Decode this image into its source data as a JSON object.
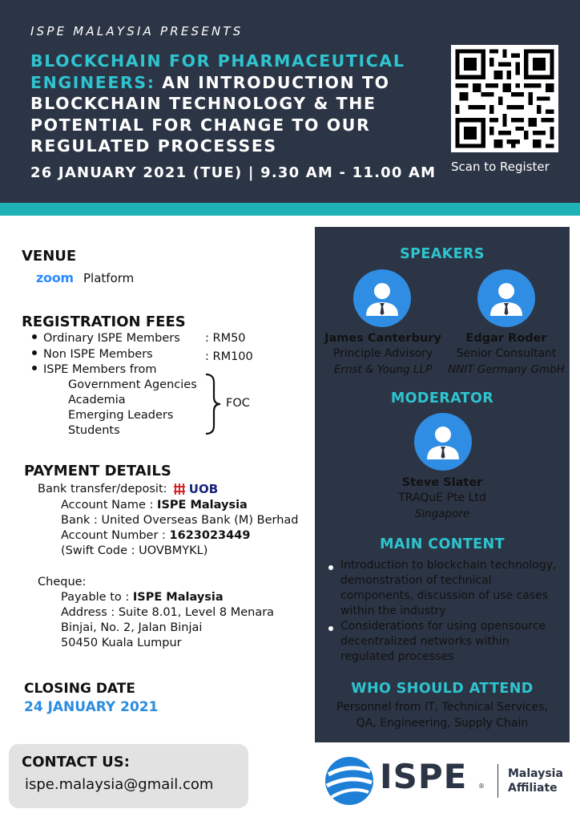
{
  "header": {
    "presents": "ISPE MALAYSIA PRESENTS",
    "title_teal": "BLOCKCHAIN FOR PHARMACEUTICAL ENGINEERS:",
    "title_white": " AN INTRODUCTION TO BLOCKCHAIN TECHNOLOGY & THE POTENTIAL FOR CHANGE TO OUR REGULATED PROCESSES",
    "date": "26 JANUARY 2021 (TUE) | 9.30 AM - 11.00 AM",
    "scan": "Scan to Register"
  },
  "venue": {
    "heading": "VENUE",
    "logo": "zoom",
    "text": "Platform"
  },
  "registration": {
    "heading": "REGISTRATION FEES",
    "items": [
      {
        "label": "Ordinary ISPE Members",
        "fee": ": RM50"
      },
      {
        "label": "Non ISPE Members",
        "fee": ": RM100"
      },
      {
        "label": "ISPE Members from",
        "fee": ""
      }
    ],
    "sub_items": [
      "Government Agencies",
      "Academia",
      "Emerging Leaders",
      "Students"
    ],
    "foc": "FOC"
  },
  "payment": {
    "heading": "PAYMENT DETAILS",
    "bank_label": "Bank transfer/deposit:",
    "bank_logo": "UOB",
    "account_name_label": "Account Name : ",
    "account_name": "ISPE Malaysia",
    "bank": "Bank : United Overseas Bank (M) Berhad",
    "account_number_label": "Account Number : ",
    "account_number": "1623023449",
    "swift": "(Swift Code : UOVBMYKL)",
    "cheque_label": "Cheque:",
    "payable_label": "Payable to : ",
    "payable": "ISPE Malaysia",
    "address_1": "Address : Suite 8.01, Level 8 Menara",
    "address_2": "Binjai, No. 2, Jalan Binjai",
    "address_3": "50450 Kuala Lumpur"
  },
  "closing": {
    "heading": "CLOSING DATE",
    "date": "24 JANUARY 2021"
  },
  "contact": {
    "heading": "CONTACT US:",
    "email": "ispe.malaysia@gmail.com"
  },
  "speakers": {
    "heading": "SPEAKERS",
    "people": [
      {
        "name": "James Canterbury",
        "role": "Principle Advisory",
        "org": "Ernst & Young LLP"
      },
      {
        "name": "Edgar Roder",
        "role": "Senior Consultant",
        "org": "NNIT Germany GmbH"
      }
    ]
  },
  "moderator": {
    "heading": "MODERATOR",
    "name": "Steve Slater",
    "org": "TRAQuE Pte Ltd",
    "location": "Singapore"
  },
  "main_content": {
    "heading": "MAIN CONTENT",
    "items": [
      "Introduction to blockchain technology, demonstration of technical components, discussion of use cases within the industry",
      "Considerations for using opensource decentralized networks within regulated processes"
    ]
  },
  "who_should_attend": {
    "heading": "WHO SHOULD ATTEND",
    "line1": "Personnel from IT, Technical Services,",
    "line2": "QA, Engineering, Supply Chain"
  },
  "footer": {
    "logo_word": "ISPE",
    "registered": "®",
    "affiliate_1": "Malaysia",
    "affiliate_2": "Affiliate"
  },
  "colors": {
    "navy": "#2c3545",
    "teal": "#2ec4d0",
    "accent_blue": "#2b8de0"
  }
}
